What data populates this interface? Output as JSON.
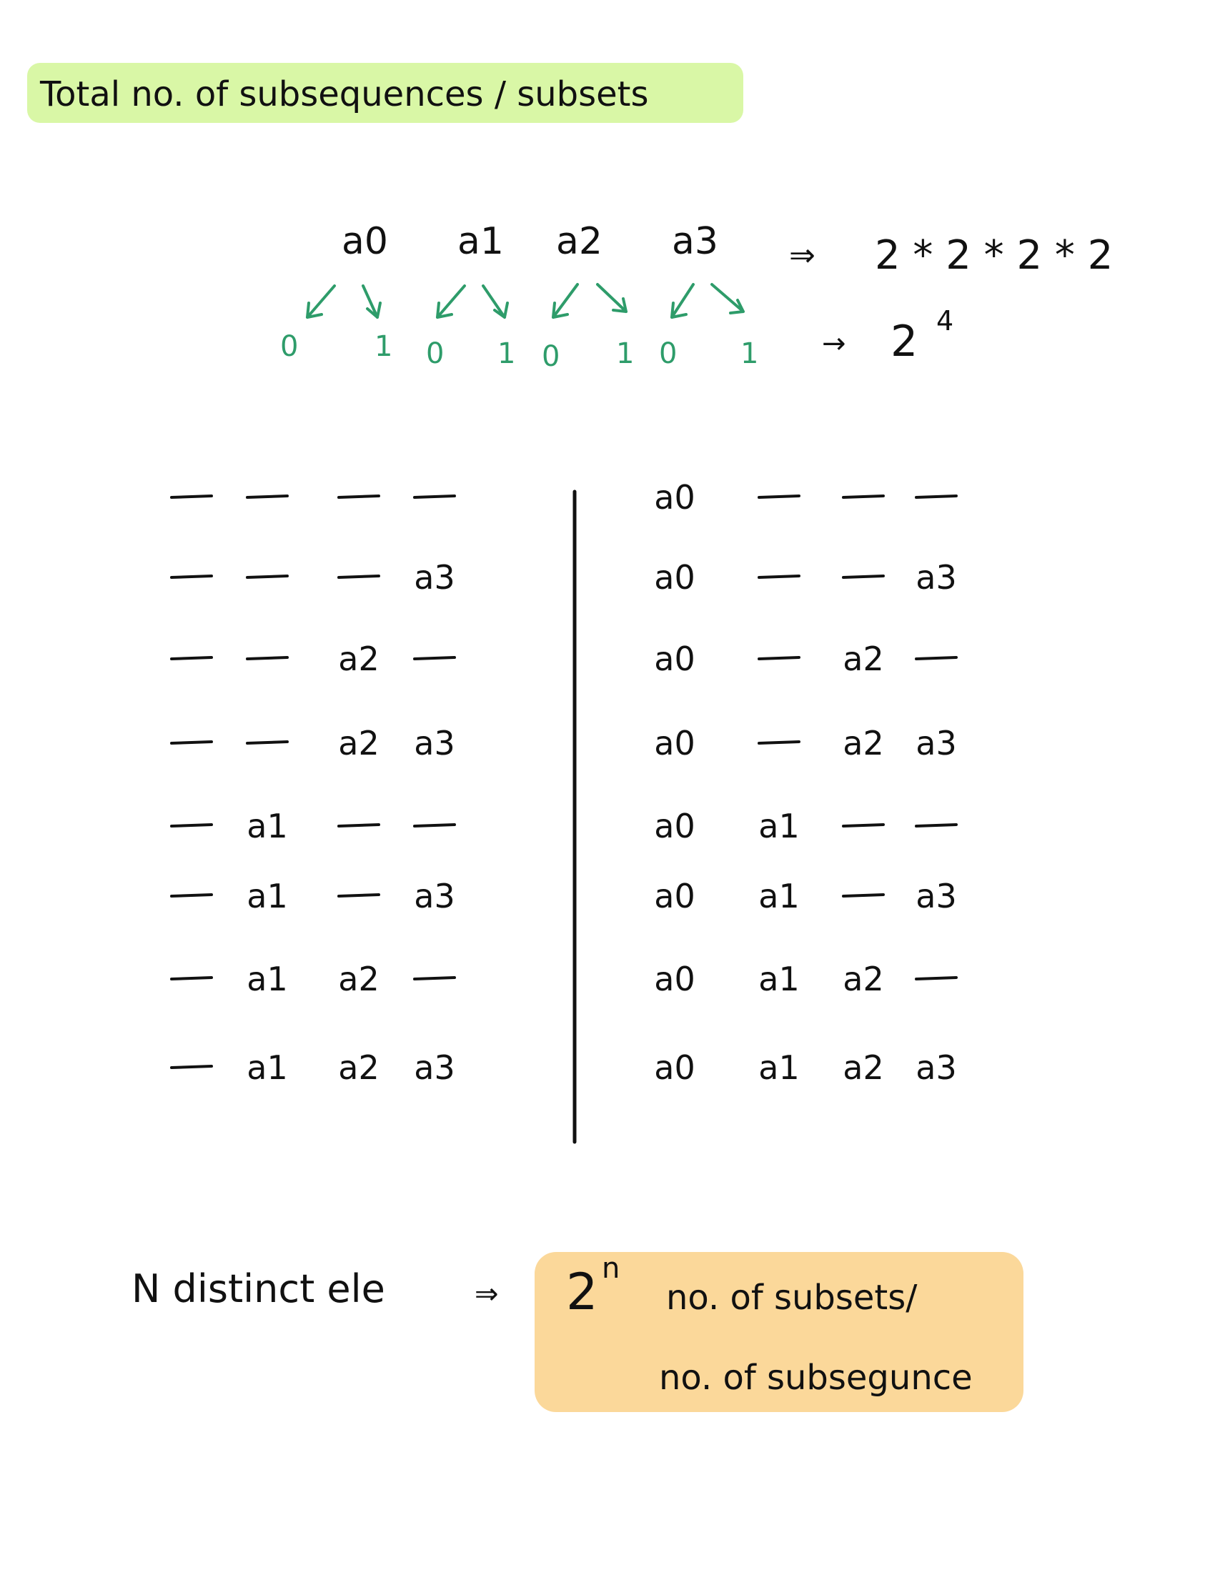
{
  "title": "Total no. of subsequences / subsets",
  "tree": {
    "elements": [
      "a0",
      "a1",
      "a2",
      "a3"
    ],
    "choices": [
      "0",
      "1",
      "0",
      "1",
      "0",
      "1",
      "0",
      "1"
    ],
    "product": "2 * 2 * 2 * 2",
    "power_base": "2",
    "power_exp": "4",
    "arrow": "⇒",
    "arrow2": "→"
  },
  "table": {
    "blank": "—",
    "left_rows": [
      [
        "—",
        "—",
        "—",
        "—"
      ],
      [
        "—",
        "—",
        "—",
        "a3"
      ],
      [
        "—",
        "—",
        "a2",
        "—"
      ],
      [
        "—",
        "—",
        "a2",
        "a3"
      ],
      [
        "—",
        "a1",
        "—",
        "—"
      ],
      [
        "—",
        "a1",
        "—",
        "a3"
      ],
      [
        "—",
        "a1",
        "a2",
        "—"
      ],
      [
        "—",
        "a1",
        "a2",
        "a3"
      ]
    ],
    "right_rows": [
      [
        "a0",
        "—",
        "—",
        "—"
      ],
      [
        "a0",
        "—",
        "—",
        "a3"
      ],
      [
        "a0",
        "—",
        "a2",
        "—"
      ],
      [
        "a0",
        "—",
        "a2",
        "a3"
      ],
      [
        "a0",
        "a1",
        "—",
        "—"
      ],
      [
        "a0",
        "a1",
        "—",
        "a3"
      ],
      [
        "a0",
        "a1",
        "a2",
        "—"
      ],
      [
        "a0",
        "a1",
        "a2",
        "a3"
      ]
    ]
  },
  "conclusion": {
    "lhs": "N distinct ele",
    "arrow": "⇒",
    "base": "2",
    "exp": "n",
    "line1": "no. of subsets/",
    "line2": "no. of subsegunce"
  },
  "colors": {
    "title_highlight": "#d9f7a6",
    "result_highlight": "#fbd89a",
    "ink": "#111111",
    "tree_ink": "#2e9c6a"
  }
}
